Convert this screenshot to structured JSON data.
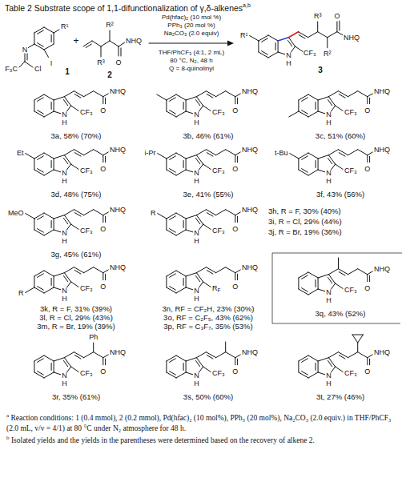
{
  "diagram": {
    "title": "Table 2 Substrate scope of 1,1-difunctionalization of γ,δ-alkenes",
    "labels": [
      "a,b",
      "R¹",
      "N",
      "F₃C",
      "Cl",
      "I",
      "1",
      "+",
      "R²",
      "R³",
      "O",
      "NHQ",
      "2",
      "Pd(hfac)₂ (10 mol %)",
      "PPh₃ (20 mol %)",
      "Na₂CO₃ (2.0 equiv)",
      "THF/PhCF₃ (4:1, 2 mL)",
      "80 °C, N₂, 48 h",
      "Q = 8-quinolinyl",
      "R¹",
      "R³",
      "R²",
      "O",
      "NHQ",
      "N",
      "H",
      "CF₃",
      "3",
      "NHQ",
      "O",
      "N",
      "H",
      "CF₃",
      "3a, 58% (70%)",
      "NHQ",
      "O",
      "N",
      "H",
      "CF₃",
      "3b, 46% (61%)",
      "NHQ",
      "O",
      "N",
      "H",
      "CF₃",
      "3c, 51% (60%)",
      "NHQ",
      "O",
      "N",
      "H",
      "CF₃",
      "Et",
      "3d, 48% (75%)",
      "NHQ",
      "O",
      "N",
      "H",
      "CF₃",
      "i-Pr",
      "3e, 41% (55%)",
      "NHQ",
      "O",
      "N",
      "H",
      "CF₃",
      "t-Bu",
      "3f, 43% (56%)",
      "NHQ",
      "O",
      "N",
      "H",
      "CF₃",
      "MeO",
      "3g, 45% (61%)",
      "NHQ",
      "O",
      "N",
      "H",
      "CF₃",
      "R",
      "3h, R = F, 30% (40%)",
      "3i, R = Cl, 29% (44%)",
      "3j, R = Br, 19% (36%)",
      "NHQ",
      "O",
      "N",
      "H",
      "CF₃",
      "R",
      "3k, R = F, 31% (39%)",
      "3l, R = Cl, 29% (43%)",
      "3m, R = Br, 19% (39%)",
      "NHQ",
      "O",
      "N",
      "H",
      "R",
      "F",
      "3n, RF = CF₂H, 23% (30%)",
      "3o, RF = C₂F₅, 43% (62%)",
      "3p, RF = C₃F₇, 35% (53%)",
      "NHQ",
      "O",
      "N",
      "H",
      "CF₃",
      "3q, 43% (52%)",
      "NHQ",
      "O",
      "N",
      "H",
      "CF₃",
      "Ph",
      "3r, 35% (61%)",
      "NHQ",
      "O",
      "N",
      "H",
      "CF₃",
      "3s, 50% (60%)",
      "NHQ",
      "O",
      "N",
      "H",
      "CF₃",
      "3t, 27% (46%)",
      "a",
      "Reaction conditions: 1 (0.4 mmol), 2 (0.2 mmol), Pd(hfac)₂ (10 mol%), PPh₃ (20 mol%), Na₂CO₃ (2.0 equiv.) in THF/PhCF₃ (2.0 mL, v/v = 4/1) at 80 °C under N₂ atmosphere for 48 h.",
      "b",
      "Isolated yields and the yields in the parentheses were determined based on the recovery of alkene 2."
    ]
  }
}
